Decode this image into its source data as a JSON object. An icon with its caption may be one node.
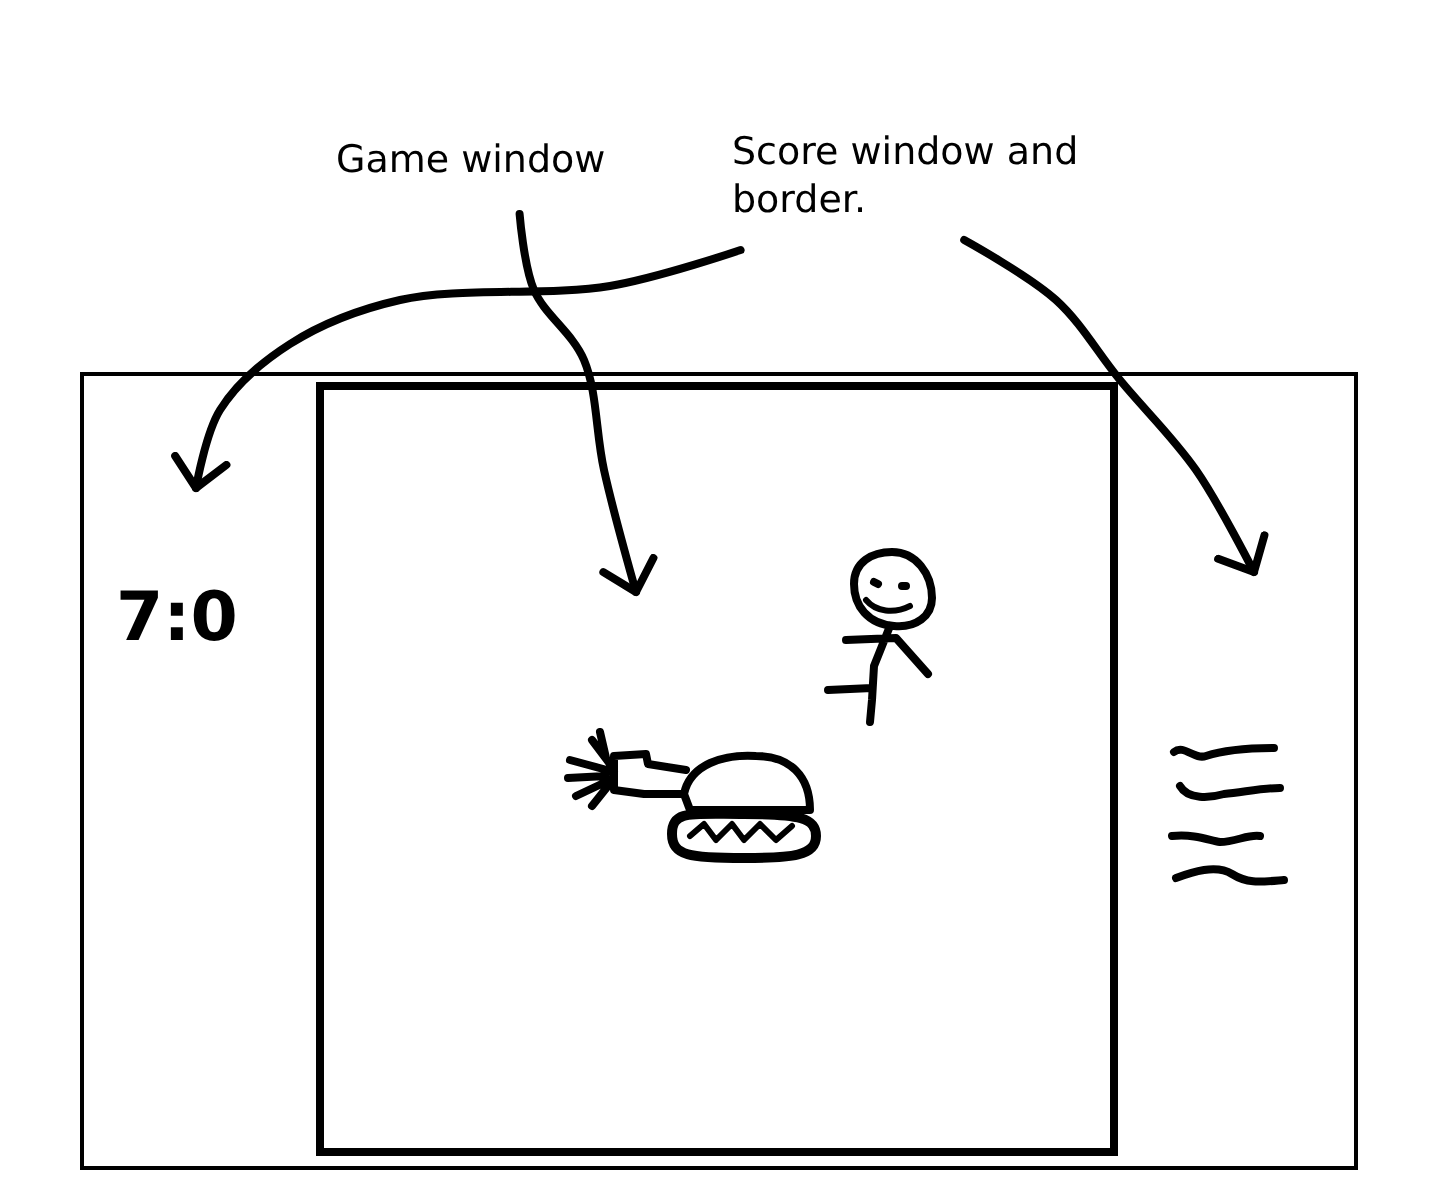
{
  "diagram": {
    "nodes": [
      {
        "text": [
          "Game window"
        ]
      },
      {
        "text": [
          "Score window and border."
        ]
      },
      {
        "text": [],
        "shape": "box"
      },
      {
        "text": [],
        "shape": "box",
        "in": 2
      }
    ],
    "edges": [
      {
        "from": 0,
        "to": 3,
        "arrow": "to"
      },
      {
        "from": 1,
        "to": 2,
        "arrow": "to"
      },
      {
        "from": 1,
        "to": 2,
        "arrow": "to"
      }
    ],
    "labels": [
      "7:0"
    ]
  }
}
